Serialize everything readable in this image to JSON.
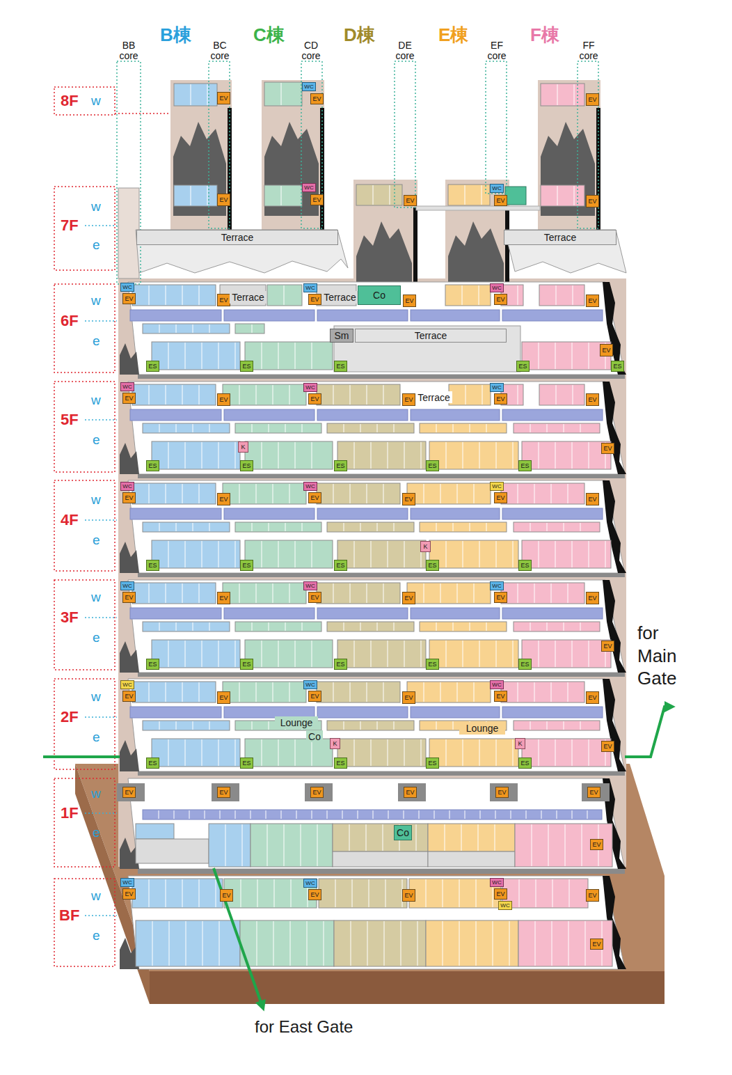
{
  "diagram": {
    "nodes": [
      {
        "text": [
          "EV"
        ]
      },
      {
        "text": [
          "WC"
        ]
      },
      {
        "text": [
          "EV"
        ]
      },
      {
        "text": [
          "EV"
        ]
      },
      {
        "text": [
          "EV"
        ]
      },
      {
        "text": [
          "WC"
        ]
      },
      {
        "text": [
          "EV"
        ]
      },
      {
        "text": [
          "EV"
        ]
      },
      {
        "text": [
          "WC"
        ]
      },
      {
        "text": [
          "EV"
        ]
      },
      {
        "text": [
          "EV"
        ]
      },
      {
        "text": [
          "Terrace"
        ]
      },
      {
        "text": [
          "Terrace"
        ]
      },
      {
        "text": [
          "WC"
        ]
      },
      {
        "text": [
          "EV"
        ]
      },
      {
        "text": [
          "EV"
        ]
      },
      {
        "text": [
          "Terrace"
        ]
      },
      {
        "text": [
          "WC"
        ]
      },
      {
        "text": [
          "EV"
        ]
      },
      {
        "text": [
          "Terrace"
        ]
      },
      {
        "text": [
          "Co"
        ]
      },
      {
        "text": [
          "EV"
        ]
      },
      {
        "text": [
          "WC"
        ]
      },
      {
        "text": [
          "EV"
        ]
      },
      {
        "text": [
          "EV"
        ]
      },
      {
        "text": [
          "Sm"
        ]
      },
      {
        "text": [
          "Terrace"
        ]
      },
      {
        "text": [
          "EV"
        ]
      },
      {
        "text": [
          "ES"
        ]
      },
      {
        "text": [
          "ES"
        ]
      },
      {
        "text": [
          "ES"
        ]
      },
      {
        "text": [
          "ES"
        ]
      },
      {
        "text": [
          "ES"
        ]
      },
      {
        "text": [
          "WC"
        ]
      },
      {
        "text": [
          "EV"
        ]
      },
      {
        "text": [
          "EV"
        ]
      },
      {
        "text": [
          "WC"
        ]
      },
      {
        "text": [
          "EV"
        ]
      },
      {
        "text": [
          "EV"
        ]
      },
      {
        "text": [
          "Terrace"
        ]
      },
      {
        "text": [
          "WC"
        ]
      },
      {
        "text": [
          "EV"
        ]
      },
      {
        "text": [
          "EV"
        ]
      },
      {
        "text": [
          "K"
        ]
      },
      {
        "text": [
          "EV"
        ]
      },
      {
        "text": [
          "ES"
        ]
      },
      {
        "text": [
          "ES"
        ]
      },
      {
        "text": [
          "ES"
        ]
      },
      {
        "text": [
          "ES"
        ]
      },
      {
        "text": [
          "ES"
        ]
      },
      {
        "text": [
          "WC"
        ]
      },
      {
        "text": [
          "EV"
        ]
      },
      {
        "text": [
          "EV"
        ]
      },
      {
        "text": [
          "WC"
        ]
      },
      {
        "text": [
          "EV"
        ]
      },
      {
        "text": [
          "EV"
        ]
      },
      {
        "text": [
          "WC"
        ]
      },
      {
        "text": [
          "EV"
        ]
      },
      {
        "text": [
          "EV"
        ]
      },
      {
        "text": [
          "K"
        ]
      },
      {
        "text": [
          "ES"
        ]
      },
      {
        "text": [
          "ES"
        ]
      },
      {
        "text": [
          "ES"
        ]
      },
      {
        "text": [
          "ES"
        ]
      },
      {
        "text": [
          "ES"
        ]
      },
      {
        "text": [
          "WC"
        ]
      },
      {
        "text": [
          "EV"
        ]
      },
      {
        "text": [
          "EV"
        ]
      },
      {
        "text": [
          "WC"
        ]
      },
      {
        "text": [
          "EV"
        ]
      },
      {
        "text": [
          "EV"
        ]
      },
      {
        "text": [
          "WC"
        ]
      },
      {
        "text": [
          "EV"
        ]
      },
      {
        "text": [
          "EV"
        ]
      },
      {
        "text": [
          "EV"
        ]
      },
      {
        "text": [
          "ES"
        ]
      },
      {
        "text": [
          "ES"
        ]
      },
      {
        "text": [
          "ES"
        ]
      },
      {
        "text": [
          "ES"
        ]
      },
      {
        "text": [
          "ES"
        ]
      },
      {
        "text": [
          "WC"
        ]
      },
      {
        "text": [
          "EV"
        ]
      },
      {
        "text": [
          "EV"
        ]
      },
      {
        "text": [
          "WC"
        ]
      },
      {
        "text": [
          "EV"
        ]
      },
      {
        "text": [
          "EV"
        ]
      },
      {
        "text": [
          "WC"
        ]
      },
      {
        "text": [
          "EV"
        ]
      },
      {
        "text": [
          "EV"
        ]
      },
      {
        "text": [
          "Lounge"
        ]
      },
      {
        "text": [
          "Co"
        ]
      },
      {
        "text": [
          "K"
        ]
      },
      {
        "text": [
          "Lounge"
        ]
      },
      {
        "text": [
          "K"
        ]
      },
      {
        "text": [
          "EV"
        ]
      },
      {
        "text": [
          "ES"
        ]
      },
      {
        "text": [
          "ES"
        ]
      },
      {
        "text": [
          "ES"
        ]
      },
      {
        "text": [
          "ES"
        ]
      },
      {
        "text": [
          "ES"
        ]
      },
      {
        "text": [
          "EV"
        ]
      },
      {
        "text": [
          "EV"
        ]
      },
      {
        "text": [
          "EV"
        ]
      },
      {
        "text": [
          "EV"
        ]
      },
      {
        "text": [
          "EV"
        ]
      },
      {
        "text": [
          "EV"
        ]
      },
      {
        "text": [
          "Co"
        ]
      },
      {
        "text": [
          "EV"
        ]
      },
      {
        "text": [
          "WC"
        ]
      },
      {
        "text": [
          "EV"
        ]
      },
      {
        "text": [
          "EV"
        ]
      },
      {
        "text": [
          "WC"
        ]
      },
      {
        "text": [
          "EV"
        ]
      },
      {
        "text": [
          "EV"
        ]
      },
      {
        "text": [
          "WC"
        ]
      },
      {
        "text": [
          "EV"
        ]
      },
      {
        "text": [
          "WC"
        ]
      },
      {
        "text": [
          "EV"
        ]
      },
      {
        "text": [
          "EV"
        ]
      }
    ],
    "labels": [
      "BB core",
      "B棟",
      "BC core",
      "C棟",
      "CD core",
      "D棟",
      "DE core",
      "E棟",
      "EF core",
      "F棟",
      "FF core",
      "8F",
      "w",
      "7F",
      "w",
      "e",
      "6F",
      "w",
      "e",
      "5F",
      "w",
      "e",
      "4F",
      "w",
      "e",
      "3F",
      "w",
      "e",
      "2F",
      "w",
      "e",
      "1F",
      "w",
      "e",
      "BF",
      "w",
      "e",
      "for Main Gate",
      "for East Gate"
    ]
  }
}
